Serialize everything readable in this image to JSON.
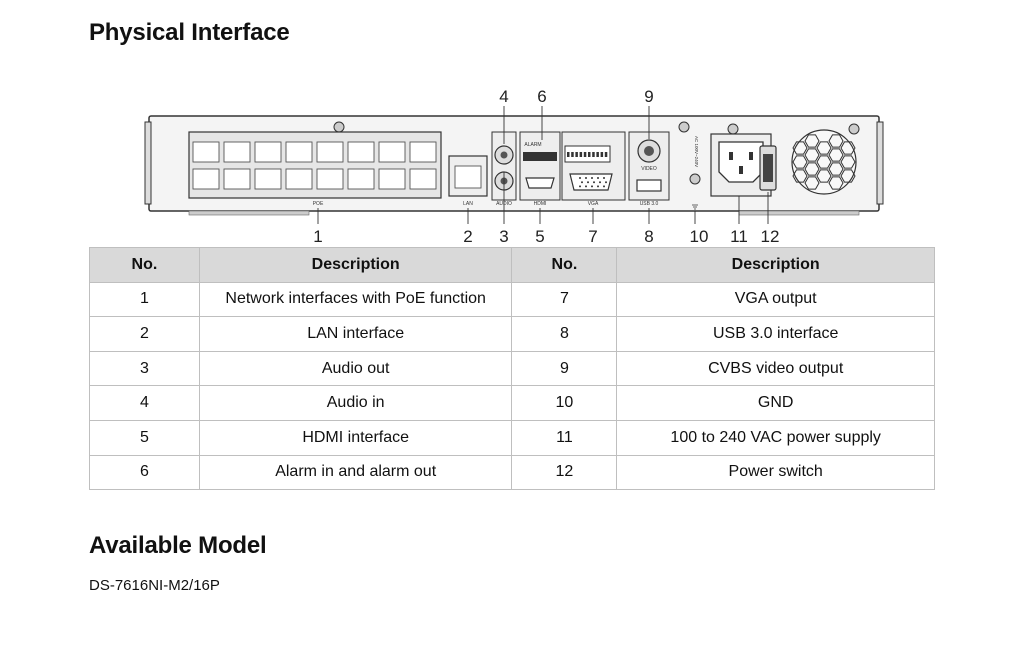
{
  "sections": {
    "physical_interface_title": "Physical Interface",
    "available_model_title": "Available Model"
  },
  "panel_labels": {
    "poe": "POE",
    "lan": "LAN",
    "audio": "AUDIO",
    "hdmi": "HDMI",
    "vga": "VGA",
    "usb": "USB 3.0",
    "video": "VIDEO",
    "alarm": "ALARM",
    "power": "AC 100V~240V"
  },
  "callouts": [
    "1",
    "2",
    "3",
    "4",
    "5",
    "6",
    "7",
    "8",
    "9",
    "10",
    "11",
    "12"
  ],
  "table": {
    "headers": [
      "No.",
      "Description",
      "No.",
      "Description"
    ],
    "rows": [
      [
        "1",
        "Network interfaces with PoE function",
        "7",
        "VGA output"
      ],
      [
        "2",
        "LAN interface",
        "8",
        "USB 3.0 interface"
      ],
      [
        "3",
        "Audio out",
        "9",
        "CVBS video output"
      ],
      [
        "4",
        "Audio in",
        "10",
        "GND"
      ],
      [
        "5",
        "HDMI interface",
        "11",
        "100 to 240 VAC power supply"
      ],
      [
        "6",
        "Alarm in and alarm out",
        "12",
        "Power switch"
      ]
    ]
  },
  "model": "DS-7616NI-M2/16P"
}
